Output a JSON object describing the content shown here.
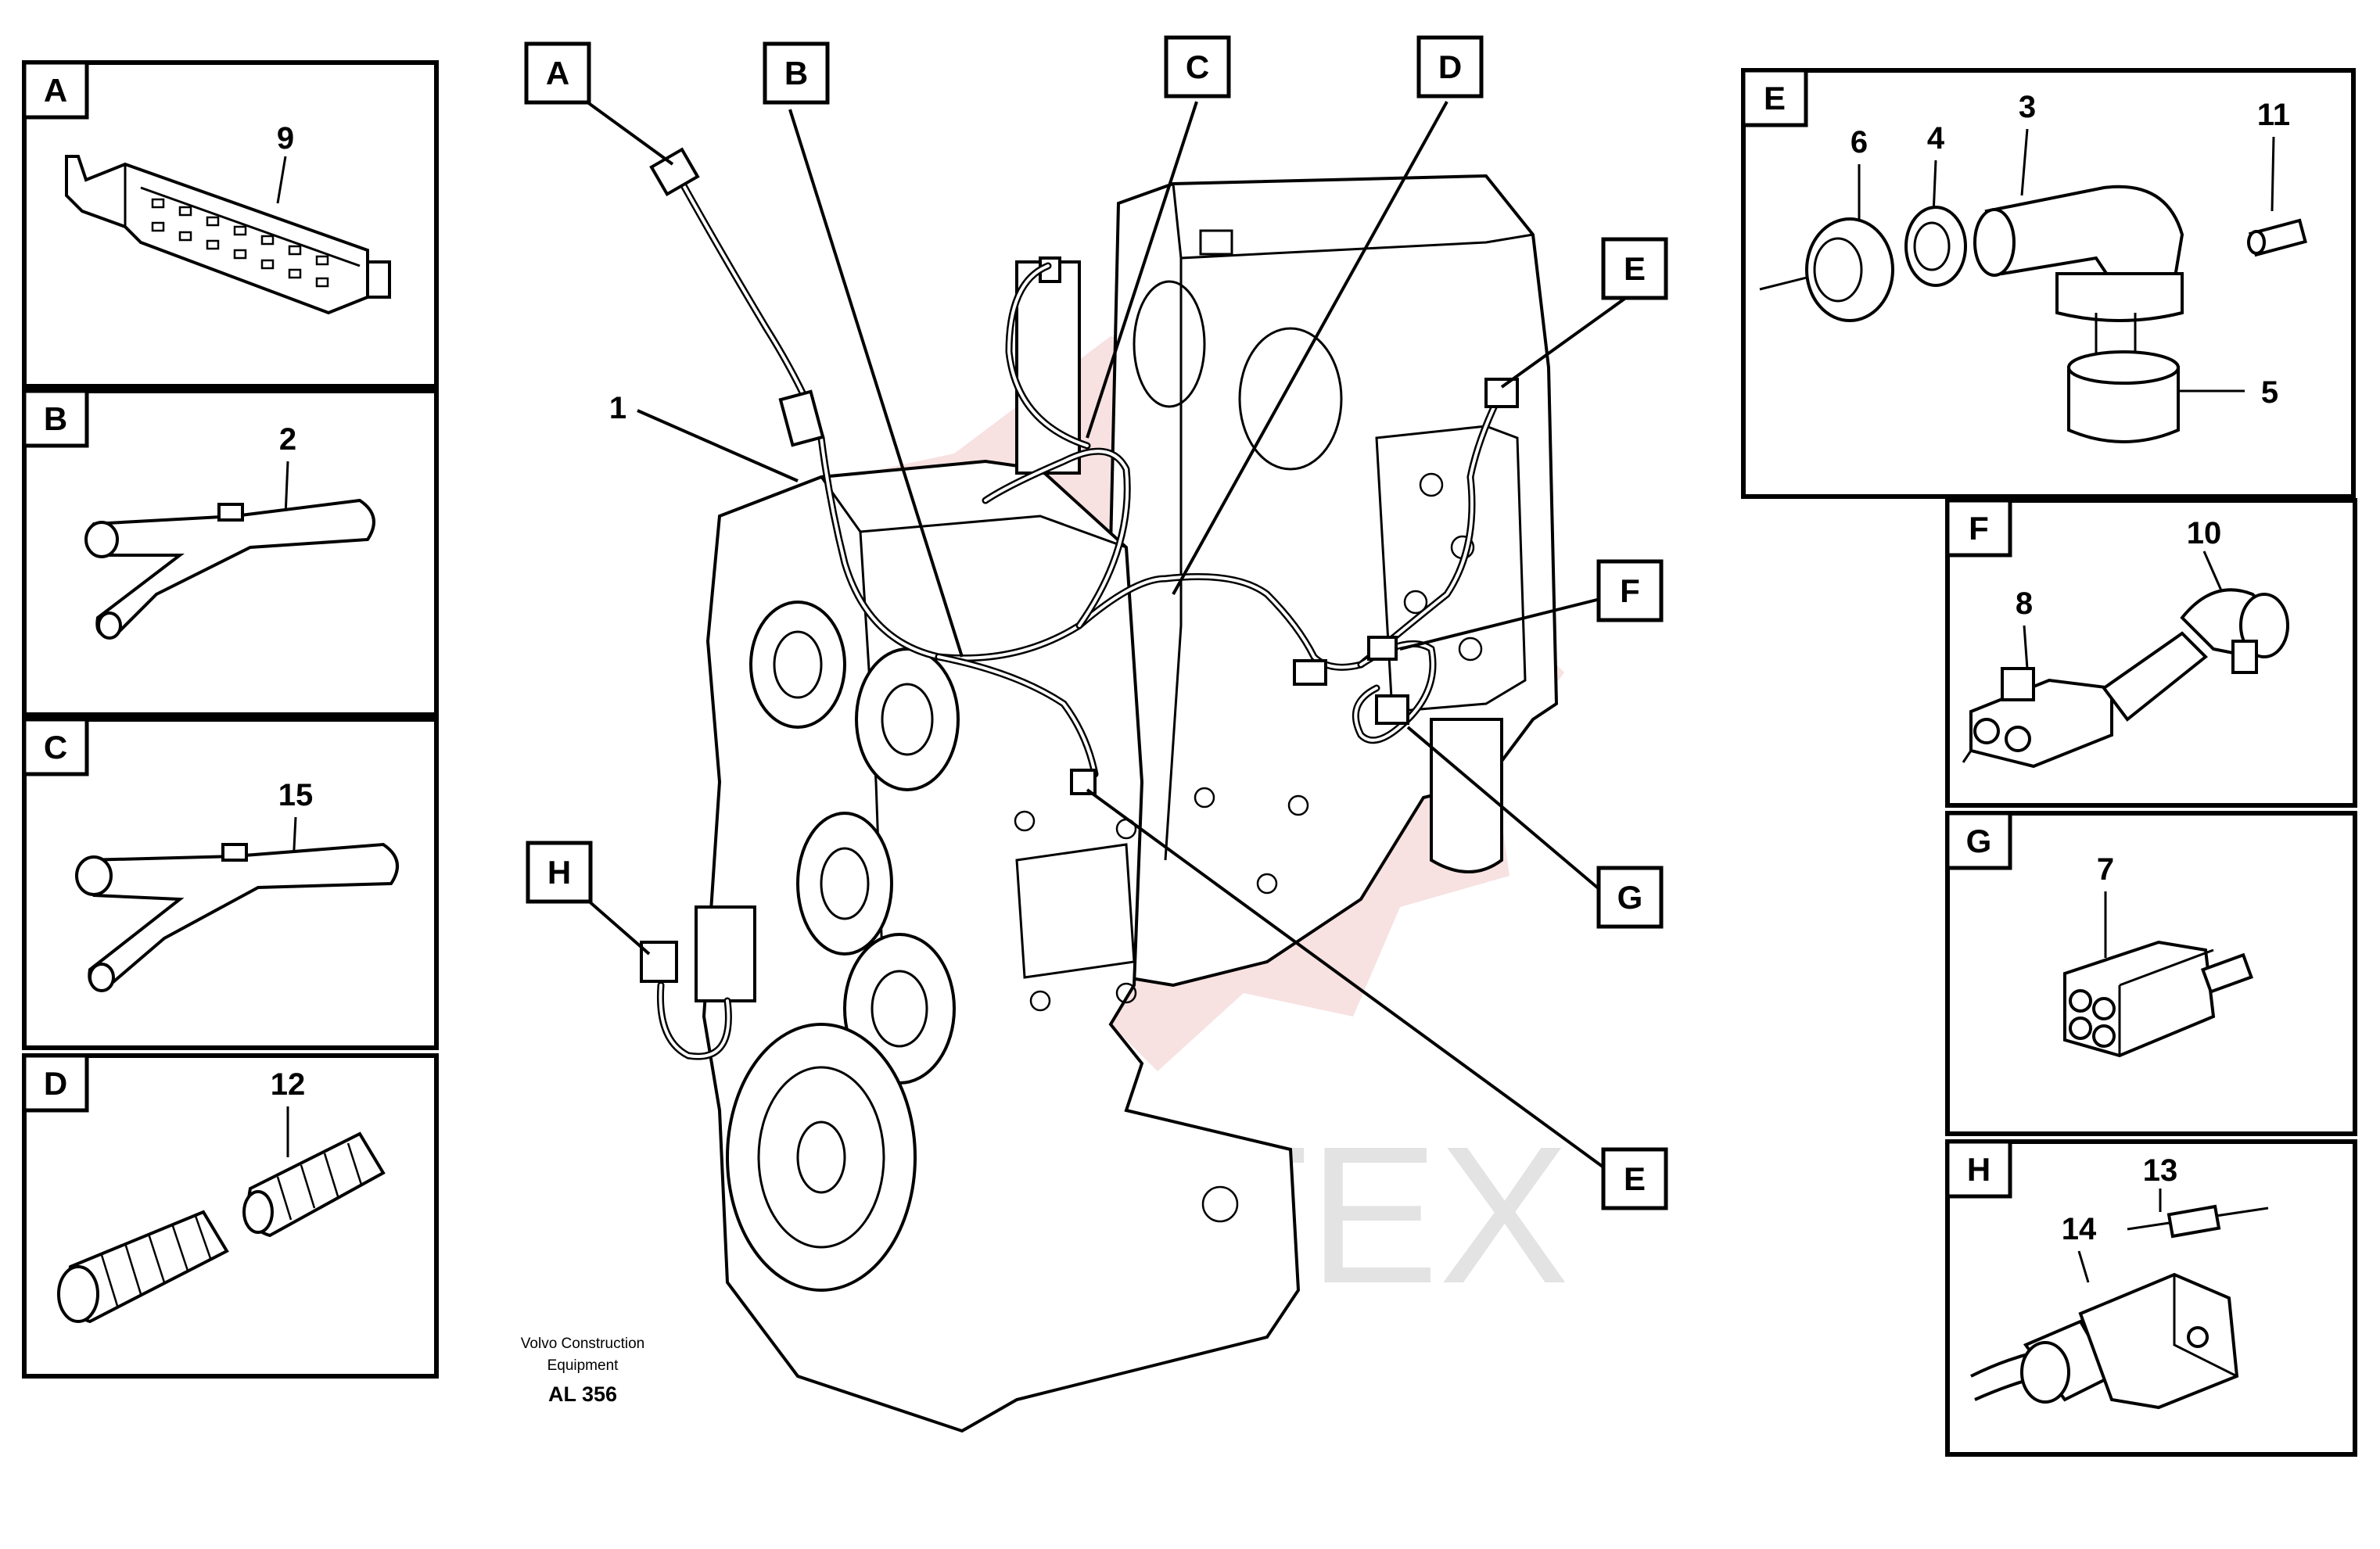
{
  "title_block": {
    "line1": "Volvo Construction",
    "line2": "Equipment",
    "code": "AL 356"
  },
  "watermark": {
    "text": "ИНТЕХ",
    "color": "#f0c8c8"
  },
  "main_callouts": [
    "A",
    "B",
    "C",
    "D",
    "E",
    "F",
    "G",
    "H",
    "E"
  ],
  "main_part_number": "1",
  "detail_panels": {
    "A": {
      "letter": "A",
      "parts": [
        "9"
      ]
    },
    "B": {
      "letter": "B",
      "parts": [
        "2"
      ]
    },
    "C": {
      "letter": "C",
      "parts": [
        "15"
      ]
    },
    "D": {
      "letter": "D",
      "parts": [
        "12"
      ]
    },
    "E": {
      "letter": "E",
      "parts": [
        "6",
        "4",
        "3",
        "11",
        "5"
      ]
    },
    "F": {
      "letter": "F",
      "parts": [
        "10",
        "8"
      ]
    },
    "G": {
      "letter": "G",
      "parts": [
        "7"
      ]
    },
    "H": {
      "letter": "H",
      "parts": [
        "13",
        "14"
      ]
    }
  }
}
